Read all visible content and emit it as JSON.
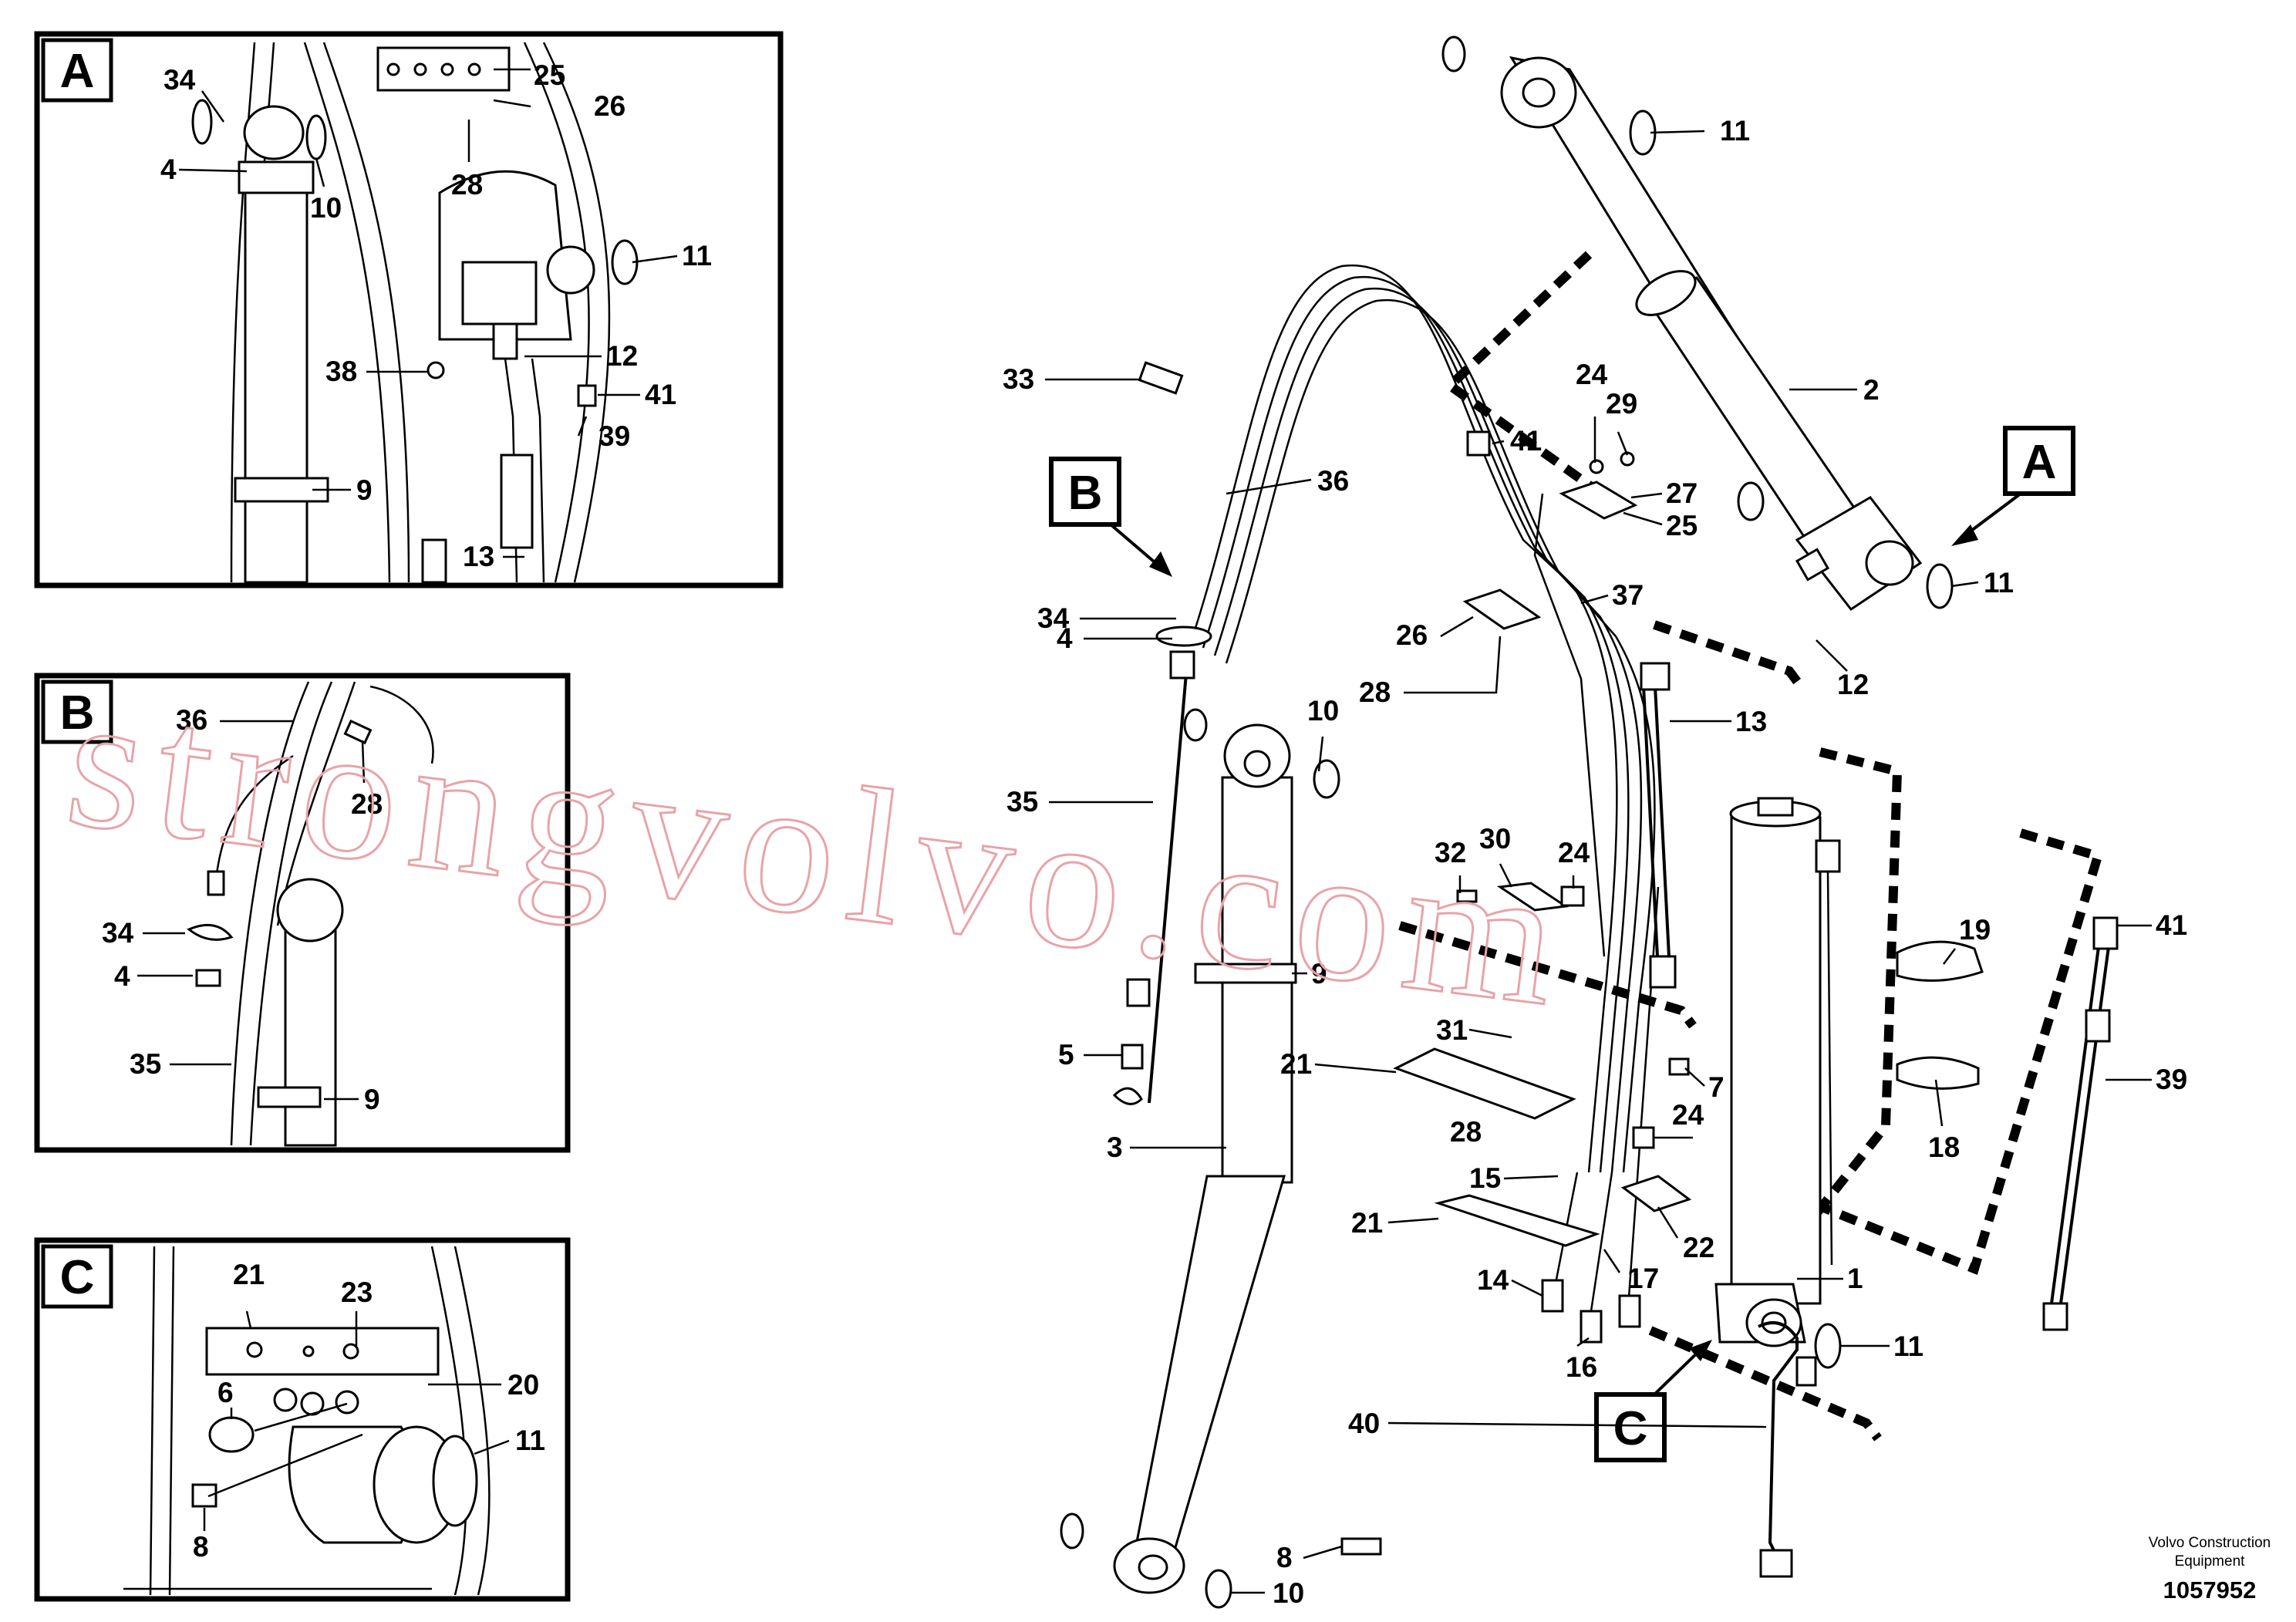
{
  "insets": {
    "a": {
      "letter": "A"
    },
    "b": {
      "letter": "B"
    },
    "c": {
      "letter": "C"
    }
  },
  "callouts": {
    "a": {
      "letter": "A"
    },
    "b": {
      "letter": "B"
    },
    "c": {
      "letter": "C"
    }
  },
  "watermark": "strongvolvo.com",
  "footer": {
    "company_line1": "Volvo Construction",
    "company_line2": "Equipment",
    "drawing_number": "1057952"
  },
  "labels": {
    "a": [
      "34",
      "25",
      "26",
      "4",
      "10",
      "28",
      "11",
      "38",
      "12",
      "41",
      "39",
      "9",
      "13"
    ],
    "b": [
      "36",
      "28",
      "34",
      "4",
      "35",
      "9"
    ],
    "c": [
      "21",
      "23",
      "6",
      "20",
      "11",
      "8"
    ],
    "main": [
      "11",
      "33",
      "36",
      "24",
      "41",
      "29",
      "2",
      "27",
      "25",
      "11",
      "12",
      "34",
      "37",
      "4",
      "26",
      "28",
      "13",
      "10",
      "35",
      "32",
      "30",
      "24",
      "19",
      "41",
      "9",
      "31",
      "5",
      "21",
      "7",
      "39",
      "24",
      "18",
      "3",
      "15",
      "21",
      "22",
      "17",
      "1",
      "14",
      "16",
      "11",
      "40",
      "8",
      "10",
      "28"
    ]
  }
}
